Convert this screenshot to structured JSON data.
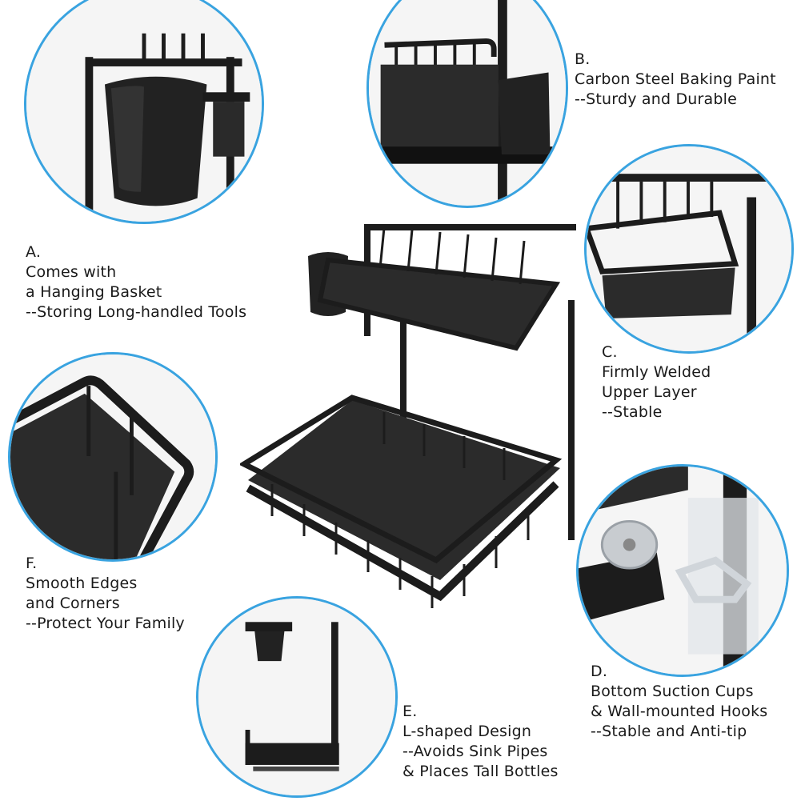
{
  "colors": {
    "accent_ring": "#39a3e0",
    "product": "#1c1c1c",
    "text": "#1a1a1a"
  },
  "features": {
    "a": {
      "letter": "A.",
      "lines": [
        "Comes with",
        "a Hanging Basket",
        "--Storing Long-handled Tools"
      ]
    },
    "b": {
      "letter": "B.",
      "lines": [
        "Carbon Steel Baking Paint",
        "--Sturdy and Durable"
      ]
    },
    "c": {
      "letter": "C.",
      "lines": [
        "Firmly Welded",
        "Upper Layer",
        "--Stable"
      ]
    },
    "d": {
      "letter": "D.",
      "lines": [
        "Bottom Suction Cups",
        "& Wall-mounted Hooks",
        "--Stable and Anti-tip"
      ]
    },
    "e": {
      "letter": "E.",
      "lines": [
        "L-shaped Design",
        "--Avoids Sink Pipes",
        "& Places Tall Bottles"
      ]
    },
    "f": {
      "letter": "F.",
      "lines": [
        "Smooth Edges",
        "and Corners",
        "--Protect Your Family"
      ]
    }
  }
}
